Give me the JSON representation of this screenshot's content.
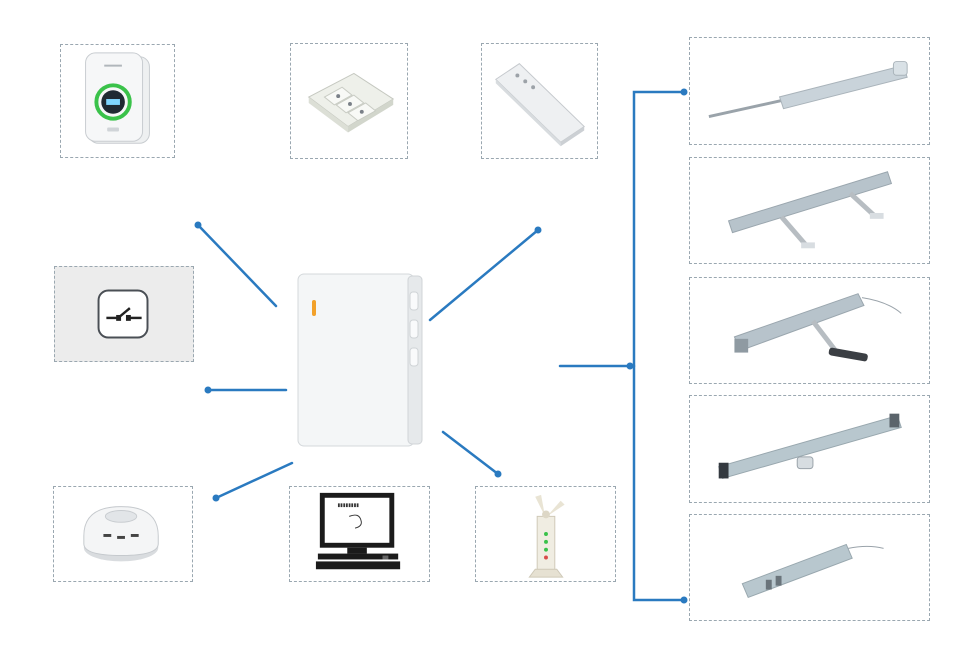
{
  "colors": {
    "connector": "#2a7ac0",
    "border": "#9aa7b0",
    "device_body": "#eef0f1",
    "accent_green": "#3ac24a"
  },
  "devices": [
    {
      "id": "gas-detector",
      "icon": "gas-detector-icon"
    },
    {
      "id": "wall-switch-3-gang",
      "icon": "wall-switch-icon"
    },
    {
      "id": "remote-control",
      "icon": "remote-control-icon"
    },
    {
      "id": "switch-panel",
      "icon": "switch-panel-icon"
    },
    {
      "id": "smoke-detector",
      "icon": "smoke-detector-icon"
    },
    {
      "id": "computer",
      "icon": "computer-icon"
    },
    {
      "id": "wind-rain-sensor",
      "icon": "wind-sensor-icon"
    }
  ],
  "actuators": [
    {
      "id": "spindle-actuator",
      "icon": "spindle-actuator-icon"
    },
    {
      "id": "double-arm-actuator",
      "icon": "double-arm-actuator-icon"
    },
    {
      "id": "single-arm-actuator",
      "icon": "single-arm-actuator-icon"
    },
    {
      "id": "chain-actuator-long",
      "icon": "chain-actuator-icon"
    },
    {
      "id": "chain-actuator-short",
      "icon": "chain-actuator-short-icon"
    }
  ],
  "hub": {
    "icon": "control-hub-icon"
  }
}
